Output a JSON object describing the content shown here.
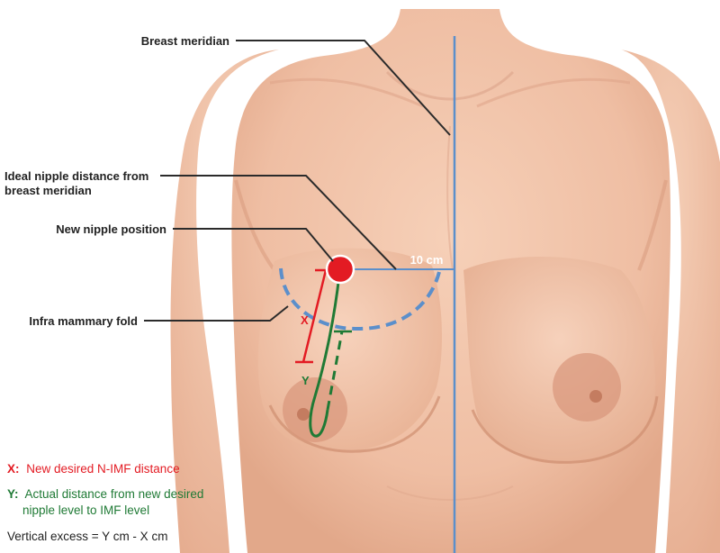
{
  "colors": {
    "skin": "#f1c3aa",
    "skin_shadow": "#dd9f80",
    "areola": "#d9967a",
    "meridian": "#5b8fcb",
    "red": "#e31b23",
    "green": "#1f7a35",
    "leader": "#2b2b2b",
    "text": "#222222"
  },
  "labels": {
    "breast_meridian": "Breast meridian",
    "ideal_distance_line1": "Ideal nipple distance from",
    "ideal_distance_line2": "breast meridian",
    "new_nipple": "New nipple position",
    "imf": "Infra mammary fold",
    "ten_cm": "10 cm",
    "x_marker": "X",
    "y_marker": "Y"
  },
  "legend": {
    "x_key": "X:",
    "x_text": "New desired N-IMF distance",
    "y_key": "Y:",
    "y_text_line1": "Actual distance from new desired",
    "y_text_line2": "nipple level to IMF level",
    "vertical_excess": "Vertical excess = Y cm - X cm"
  }
}
